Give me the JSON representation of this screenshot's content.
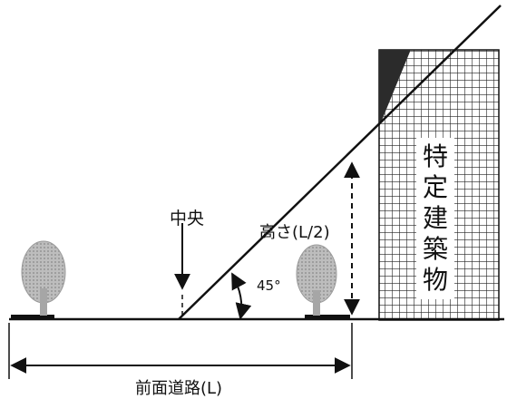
{
  "labels": {
    "center": "中央",
    "height": "高さ(L/2)",
    "angle": "45°",
    "road": "前面道路(L)",
    "building_chars": [
      "特",
      "定",
      "建",
      "築",
      "物"
    ]
  },
  "colors": {
    "line": "#111111",
    "grid": "#222222",
    "tree_fill": "#b8b8b8",
    "tree_trunk": "#a6a6a6",
    "roof": "#2b2b2b"
  }
}
